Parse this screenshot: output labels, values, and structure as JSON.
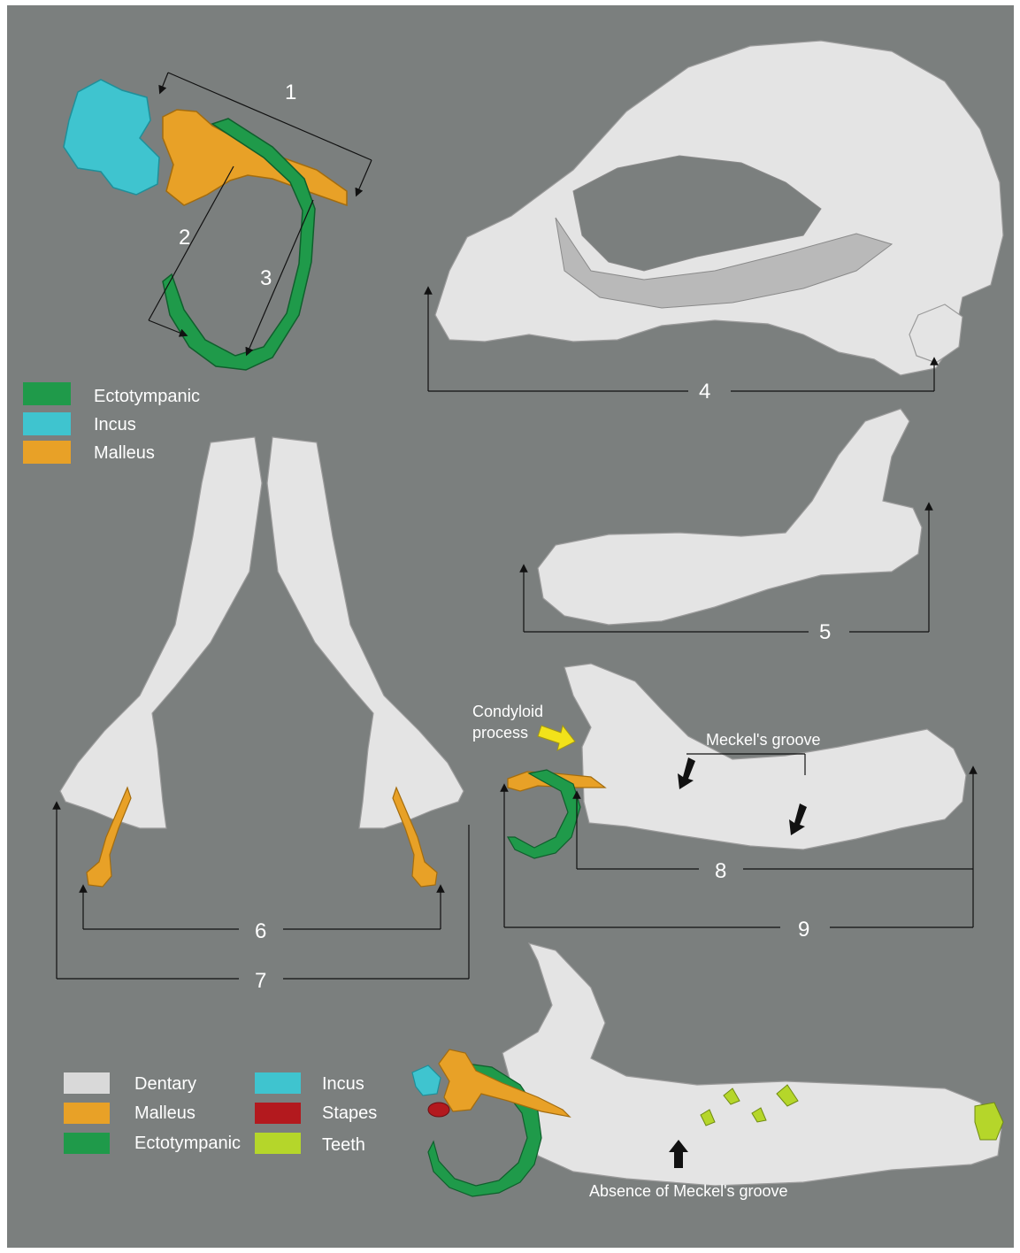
{
  "colors": {
    "background": "#7b7f7e",
    "ectotympanic": "#1f9a4a",
    "incus": "#3fc4cf",
    "malleus": "#e8a127",
    "dentary": "#d9d9d9",
    "stapes": "#b3191e",
    "teeth": "#b5d62a"
  },
  "measurements": [
    "1",
    "2",
    "3",
    "4",
    "5",
    "6",
    "7",
    "8",
    "9"
  ],
  "legend_top": [
    {
      "label": "Ectotympanic",
      "color": "#1f9a4a"
    },
    {
      "label": "Incus",
      "color": "#3fc4cf"
    },
    {
      "label": "Malleus",
      "color": "#e8a127"
    }
  ],
  "legend_bottom": [
    {
      "label": "Dentary",
      "color": "#d9d9d9"
    },
    {
      "label": "Malleus",
      "color": "#e8a127"
    },
    {
      "label": "Ectotympanic",
      "color": "#1f9a4a"
    },
    {
      "label": "Incus",
      "color": "#3fc4cf"
    },
    {
      "label": "Stapes",
      "color": "#b3191e"
    },
    {
      "label": "Teeth",
      "color": "#b5d62a"
    }
  ],
  "annotations": {
    "condyloid_line1": "Condyloid",
    "condyloid_line2": "process",
    "meckels_groove": "Meckel's groove",
    "absence": "Absence of Meckel's groove"
  }
}
